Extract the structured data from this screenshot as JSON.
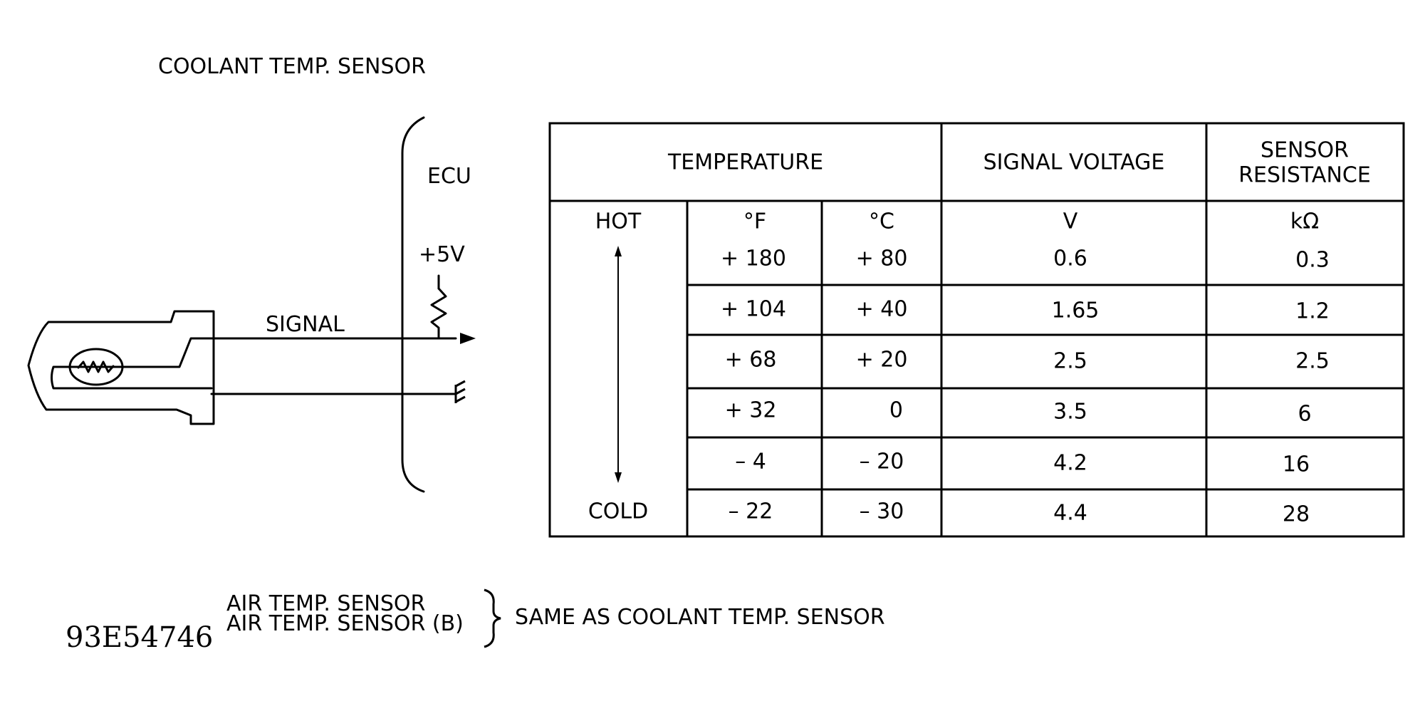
{
  "figure": {
    "title": "COOLANT TEMP. SENSOR",
    "figure_id": "93E54746"
  },
  "circuit": {
    "ecu_label": "ECU",
    "supply_label": "+5V",
    "signal_label": "SIGNAL",
    "icons": [
      "coolant-temp-sensor-icon",
      "thermistor-icon",
      "resistor-icon",
      "arrow-icon",
      "ground-icon",
      "bracket-icon"
    ]
  },
  "table": {
    "headers": {
      "temperature": "TEMPERATURE",
      "signal_voltage": "SIGNAL VOLTAGE",
      "sensor_resistance_line1": "SENSOR",
      "sensor_resistance_line2": "RESISTANCE"
    },
    "scale": {
      "hot": "HOT",
      "cold": "COLD"
    },
    "units": {
      "fahrenheit": "°F",
      "celsius": "°C",
      "voltage": "V",
      "resistance": "kΩ"
    },
    "rows": [
      {
        "f": "+ 180",
        "c": "+ 80",
        "v": "0.6",
        "r": "0.3"
      },
      {
        "f": "+ 104",
        "c": "+ 40",
        "v": "1.65",
        "r": "1.2"
      },
      {
        "f": "+  68",
        "c": "+ 20",
        "v": "2.5",
        "r": "2.5"
      },
      {
        "f": "+  32",
        "c": "0",
        "v": "3.5",
        "r": "6"
      },
      {
        "f": "–   4",
        "c": "– 20",
        "v": "4.2",
        "r": "16"
      },
      {
        "f": "–  22",
        "c": "– 30",
        "v": "4.4",
        "r": "28"
      }
    ]
  },
  "note": {
    "line1": "AIR TEMP. SENSOR",
    "line2": "AIR TEMP. SENSOR (B)",
    "text": "SAME AS COOLANT TEMP. SENSOR"
  }
}
